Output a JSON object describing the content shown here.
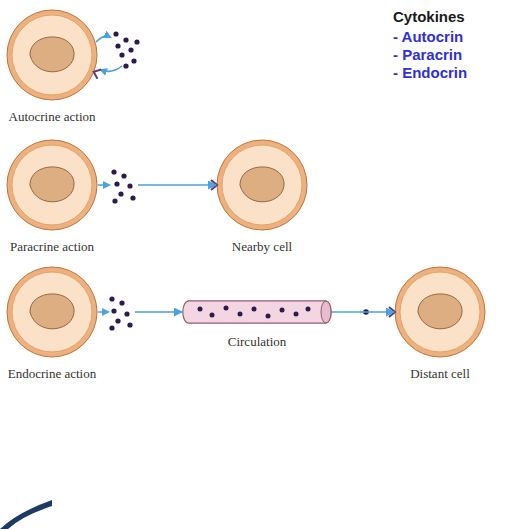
{
  "diagram": {
    "title": "Cytokines",
    "nodes": [
      {
        "text": [
          "Autocrine action"
        ]
      },
      {
        "text": [
          "Paracrine action"
        ]
      },
      {
        "text": [
          "Nearby cell"
        ]
      },
      {
        "text": [
          "Endocrine action"
        ]
      },
      {
        "text": [
          "Circulation"
        ]
      },
      {
        "text": [
          "Distant cell"
        ]
      }
    ],
    "edges": [
      {
        "from": 1,
        "to": 2,
        "arrow": "to"
      },
      {
        "from": 3,
        "to": 4,
        "arrow": "to"
      },
      {
        "from": 4,
        "to": 5,
        "arrow": "to"
      }
    ],
    "labels": [
      "- Autocrin",
      "- Paracrin",
      "- Endocrin"
    ]
  }
}
